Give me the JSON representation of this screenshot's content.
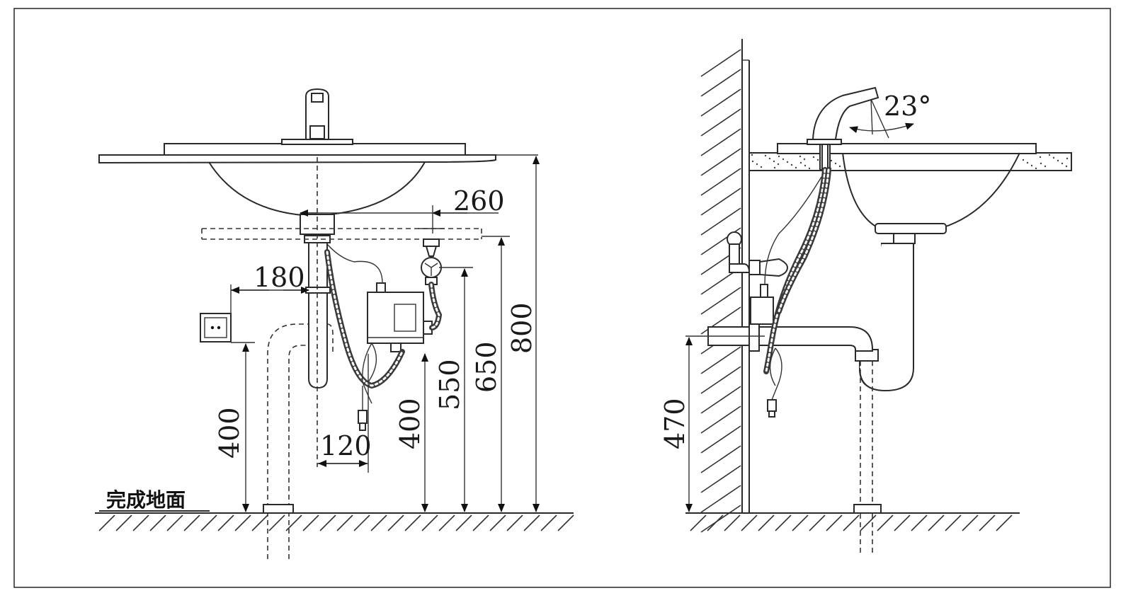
{
  "floor_label": "完成地面",
  "dimensions": {
    "d260": "260",
    "d180": "180",
    "d800": "800",
    "d650": "650",
    "d550": "550",
    "d400_socket": "400",
    "d400_box": "400",
    "d120": "120",
    "d470": "470",
    "angle": "23°"
  },
  "colors": {
    "line": "#2a2a2a",
    "background": "#ffffff"
  }
}
